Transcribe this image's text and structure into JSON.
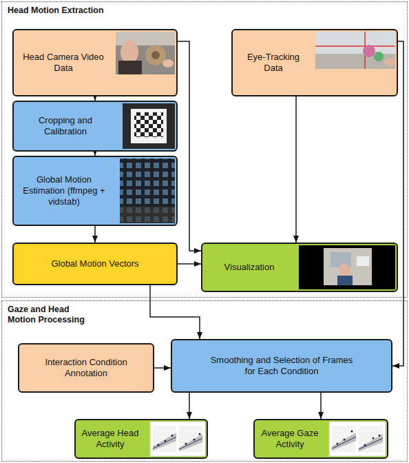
{
  "diagram": {
    "nodes": [
      {
        "text": [
          "Head Motion Extraction"
        ]
      },
      {
        "text": [
          "Head Camera Video Data"
        ],
        "in": 0
      },
      {
        "text": [
          "Eye-Tracking Data"
        ],
        "in": 0
      },
      {
        "text": [
          "Cropping and Calibration"
        ],
        "in": 0
      },
      {
        "text": [
          "Global Motion Estimation (ffmpeg + vidstab)"
        ],
        "in": 0
      },
      {
        "text": [
          "Global Motion Vectors"
        ],
        "in": 0
      },
      {
        "text": [
          "Visualization"
        ],
        "in": 0
      },
      {
        "text": [
          "Gaze and Head Motion Processing"
        ]
      },
      {
        "text": [
          "Interaction Condition Annotation"
        ],
        "in": 7
      },
      {
        "text": [
          "Smoothing and Selection of Frames for Each Condition"
        ],
        "in": 7
      },
      {
        "text": [
          "Average Head Activity"
        ],
        "in": 7
      },
      {
        "text": [
          "Average Gaze Activity"
        ],
        "in": 7
      }
    ],
    "edges": [
      {
        "from": 1,
        "to": 3,
        "arrow": "to"
      },
      {
        "from": 3,
        "to": 4,
        "arrow": "to"
      },
      {
        "from": 4,
        "to": 5,
        "arrow": "to"
      },
      {
        "from": 1,
        "to": 6,
        "arrow": "to"
      },
      {
        "from": 2,
        "to": 6,
        "arrow": "to"
      },
      {
        "from": 5,
        "to": 6,
        "arrow": "to"
      },
      {
        "from": 5,
        "to": 9,
        "arrow": "to"
      },
      {
        "from": 2,
        "to": 9,
        "arrow": "to"
      },
      {
        "from": 8,
        "to": 9,
        "arrow": "to"
      },
      {
        "from": 9,
        "to": 10,
        "arrow": "to"
      },
      {
        "from": 9,
        "to": 11,
        "arrow": "to"
      }
    ]
  }
}
